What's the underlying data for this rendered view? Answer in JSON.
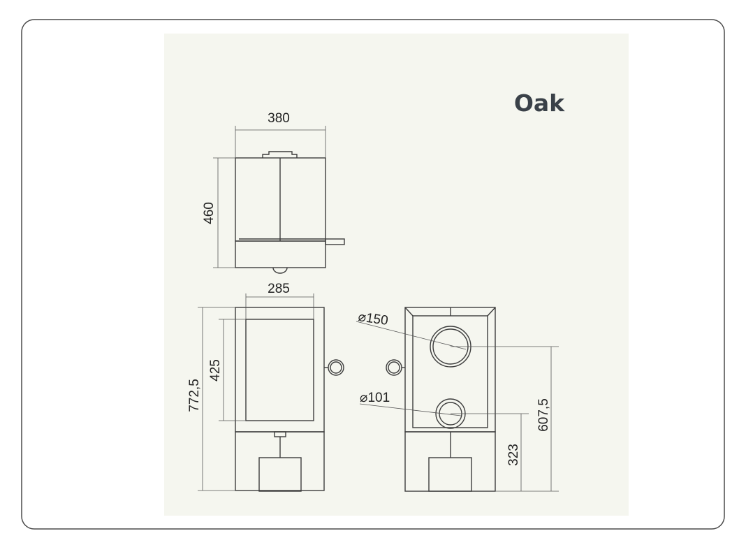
{
  "title": "Oak",
  "dimensions": {
    "top_width": "380",
    "top_depth": "460",
    "glass_width": "285",
    "glass_height": "425",
    "total_height": "772,5",
    "flue_diameter": "⌀150",
    "air_inlet_diameter": "⌀101",
    "flue_height": "607,5",
    "air_inlet_height": "323"
  },
  "colors": {
    "drawing_background": "#f5f6ef",
    "frame": "#4a4a4a",
    "title": "#3a4148"
  }
}
